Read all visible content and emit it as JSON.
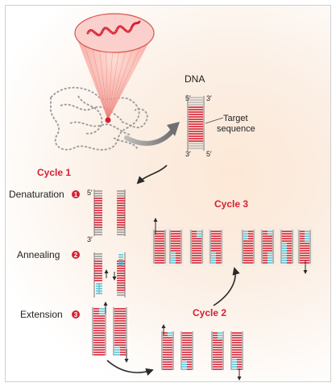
{
  "labels": {
    "dna": "DNA",
    "target": "Target",
    "sequence": "sequence",
    "five_prime": "5′",
    "three_prime": "3′"
  },
  "cycles": {
    "cycle1": "Cycle 1",
    "cycle2": "Cycle 2",
    "cycle3": "Cycle 3"
  },
  "steps": [
    {
      "label": "Denaturation",
      "number": "1"
    },
    {
      "label": "Annealing",
      "number": "2"
    },
    {
      "label": "Extension",
      "number": "3"
    }
  ],
  "colors": {
    "strand_red": "#d42034",
    "primer_cyan": "#56c7dc",
    "backbone_gray": "#8c8c8c",
    "badge_red": "#d42034",
    "arrow_dark": "#2a2a2a",
    "glow_peach": "#fbe4cf"
  }
}
